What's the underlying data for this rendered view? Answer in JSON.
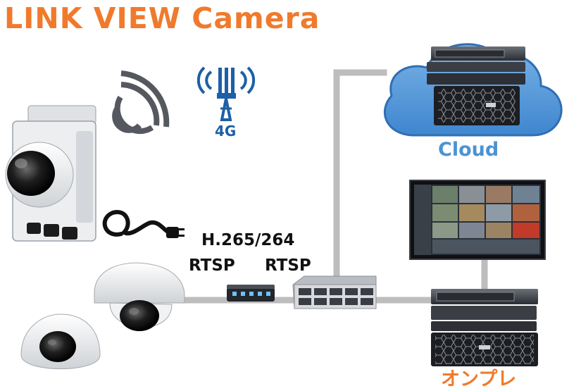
{
  "title": "LINK VIEW Camera",
  "labels": {
    "codec": "H.265/264",
    "rtsp_left": "RTSP",
    "rtsp_right": "RTSP",
    "network_4g": "4G",
    "cloud": "Cloud",
    "onprem": "オンプレ"
  },
  "colors": {
    "title": "#f07a2c",
    "cloud": "#4b93d3",
    "onprem": "#f07a2c",
    "network_4g": "#1d5fa8",
    "wire": "#bdbdbd"
  },
  "icons": [
    "wifi-signal-icon",
    "4g-antenna-icon",
    "cloud-icon",
    "server-rack-icon",
    "network-switch-icon",
    "small-switch-icon",
    "monitor-icon",
    "power-plug-icon",
    "dome-camera-icon"
  ]
}
